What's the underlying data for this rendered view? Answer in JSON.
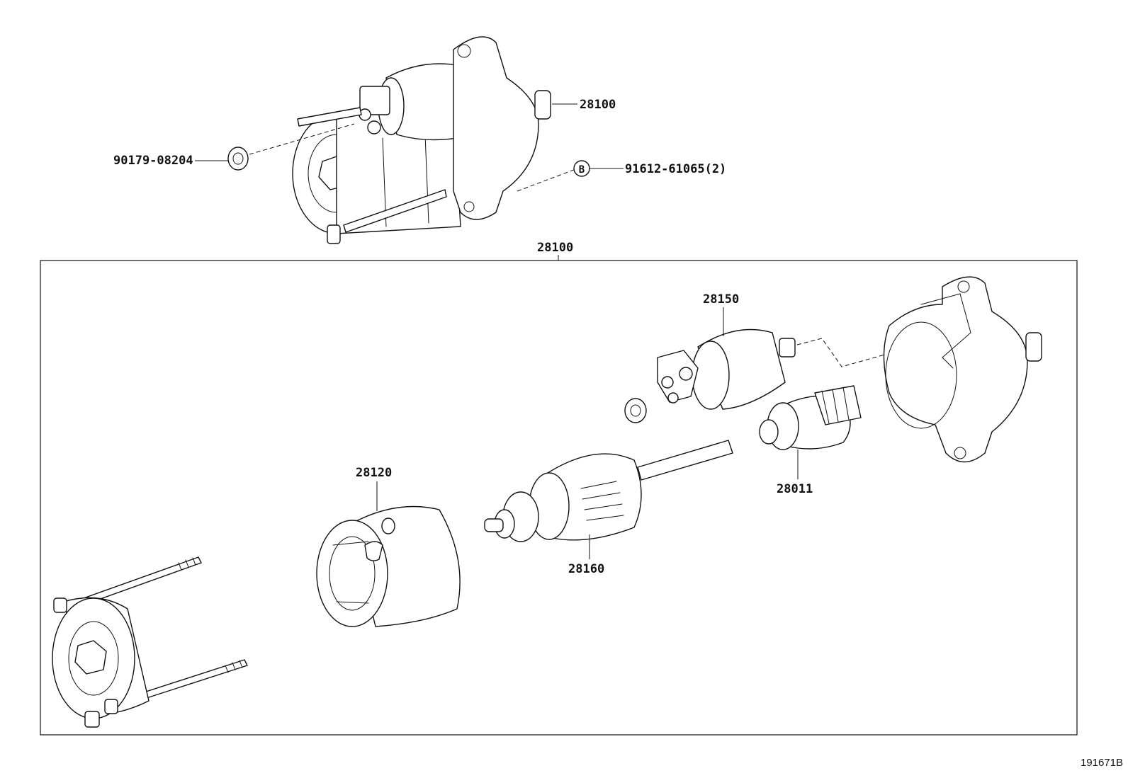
{
  "diagram": {
    "labels": {
      "assembly_top": "28100",
      "nut": "90179-08204",
      "bolt": "91612-61065(2)",
      "bolt_marker": "B",
      "assembly_frame": "28100",
      "solenoid": "28150",
      "field_frame": "28120",
      "armature": "28160",
      "clutch": "28011"
    },
    "document_id": "191671B"
  }
}
